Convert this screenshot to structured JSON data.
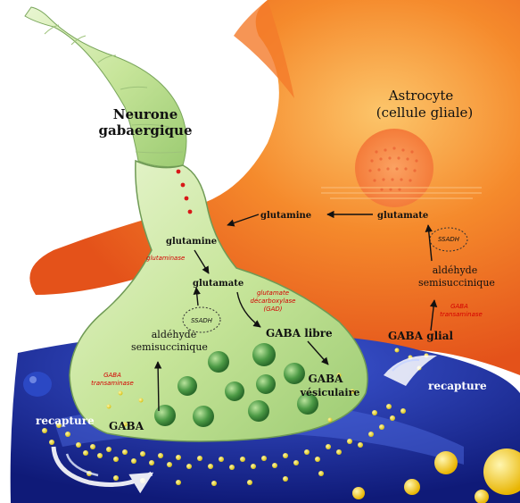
{
  "titles": {
    "neuron_line1": "Neurone",
    "neuron_line2": "gabaergique",
    "astro_line1": "Astrocyte",
    "astro_line2": "(cellule gliale)"
  },
  "neuron_labels": {
    "glutamine": "glutamine",
    "glutaminase": "glutaminase",
    "glutamate": "glutamate",
    "gad_line1": "glutamate",
    "gad_line2": "décarboxylase",
    "gad_line3": "(GAD)",
    "gaba_libre": "GABA libre",
    "gaba_vesic_line1": "GABA",
    "gaba_vesic_line2": "vésiculaire",
    "ssadh": "SSADH",
    "aldehyde_line1": "aldéhyde",
    "aldehyde_line2": "semisuccinique",
    "gaba_t_line1": "GABA",
    "gaba_t_line2": "transaminase",
    "gaba": "GABA",
    "recapture": "recapture"
  },
  "astro_labels": {
    "glutamine": "glutamine",
    "glutamate": "glutamate",
    "ssadh": "SSADH",
    "aldehyde_line1": "aldéhyde",
    "aldehyde_line2": "semisuccinique",
    "gaba_t_line1": "GABA",
    "gaba_t_line2": "transaminase",
    "gaba_glial": "GABA glial",
    "recapture": "recapture"
  },
  "colors": {
    "astrocyte": "#f26a1e",
    "astrocyte_light": "#fbb046",
    "neuron": "#c9e6a0",
    "neuron_edge": "#6f9a55",
    "synapse_blue": "#2233a8",
    "vesicle": "#3f8a3a",
    "enzyme_red": "#d40000"
  }
}
